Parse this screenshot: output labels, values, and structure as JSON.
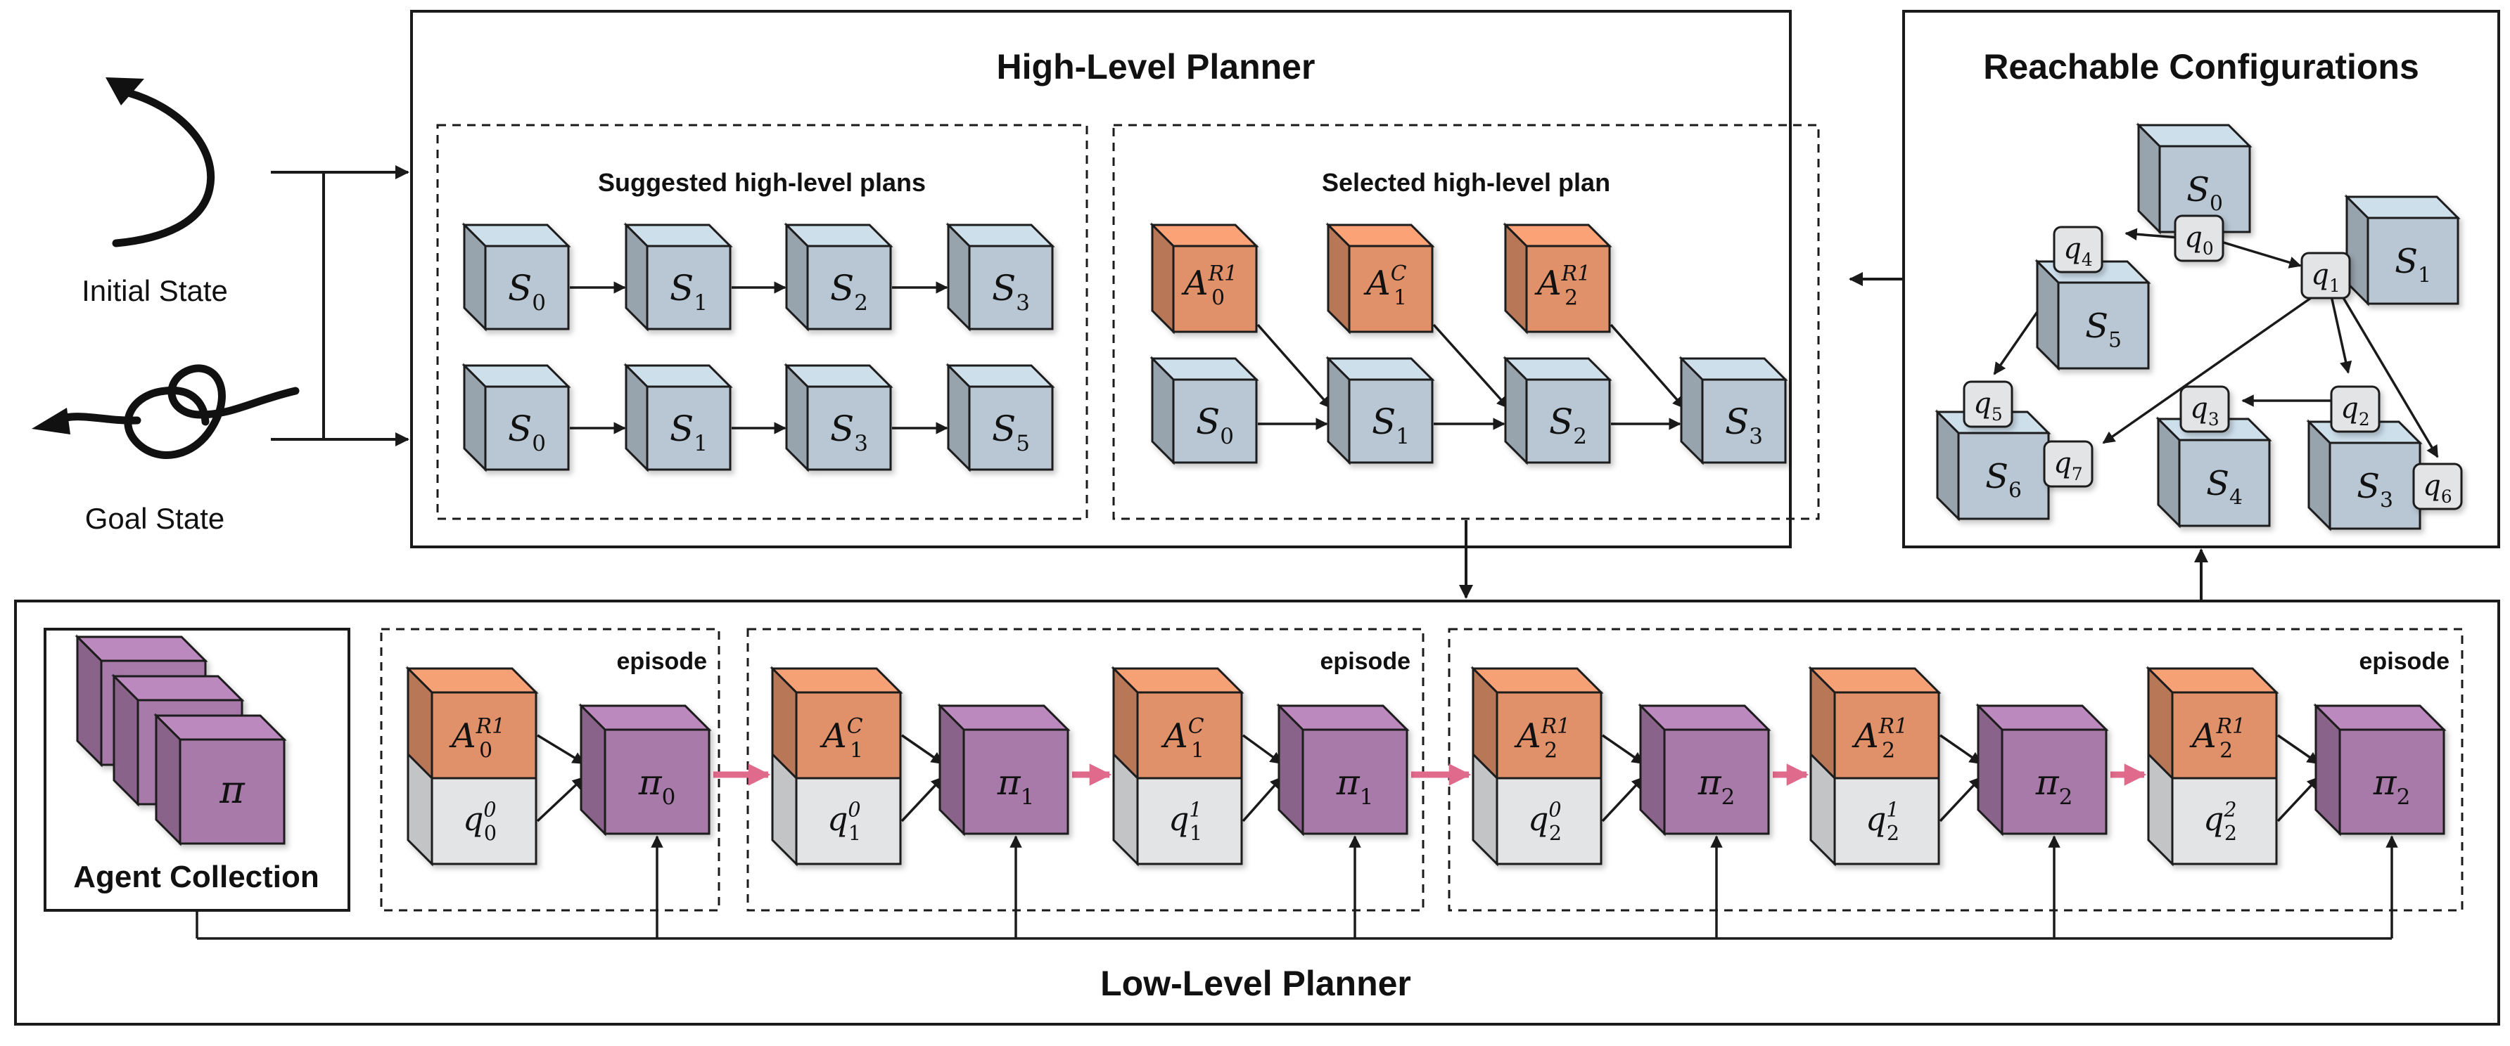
{
  "colors": {
    "state": "#b8c7d3",
    "action": "#e0916a",
    "policy": "#a87aaa",
    "config": "#e3e4e6",
    "stroke": "#1a1a1a",
    "pink_arrow": "#e06a8c"
  },
  "icons": {
    "initial_state": "open-rope-arrow-icon",
    "goal_state": "knotted-rope-arrow-icon"
  },
  "inputs": {
    "initial_label": "Initial State",
    "goal_label": "Goal State"
  },
  "high_level": {
    "title": "High-Level Planner",
    "suggested_title": "Suggested high-level plans",
    "selected_title": "Selected high-level plan",
    "plan1": [
      "S_0",
      "S_1",
      "S_2",
      "S_3"
    ],
    "plan2": [
      "S_0",
      "S_1",
      "S_3",
      "S_5"
    ],
    "selected_actions": [
      "A_0^R1",
      "A_1^C",
      "A_2^R1"
    ],
    "selected_states": [
      "S_0",
      "S_1",
      "S_2",
      "S_3"
    ]
  },
  "reachable": {
    "title": "Reachable Configurations",
    "states": [
      "S_0",
      "S_1",
      "S_5",
      "S_6",
      "S_4",
      "S_3"
    ],
    "configs": [
      "q_0",
      "q_1",
      "q_4",
      "q_5",
      "q_3",
      "q_2",
      "q_7",
      "q_6"
    ]
  },
  "low_level": {
    "title": "Low-Level Planner",
    "agent_collection_label": "Agent Collection",
    "agent_symbol": "π",
    "episode_label": "episode",
    "steps": [
      {
        "action": "A_0^R1",
        "config": "q_0^0",
        "policy": "π_0"
      },
      {
        "action": "A_1^C",
        "config": "q_1^0",
        "policy": "π_1"
      },
      {
        "action": "A_1^C",
        "config": "q_1^1",
        "policy": "π_1"
      },
      {
        "action": "A_2^R1",
        "config": "q_2^0",
        "policy": "π_2"
      },
      {
        "action": "A_2^R1",
        "config": "q_2^1",
        "policy": "π_2"
      },
      {
        "action": "A_2^R1",
        "config": "q_2^2",
        "policy": "π_2"
      }
    ]
  }
}
